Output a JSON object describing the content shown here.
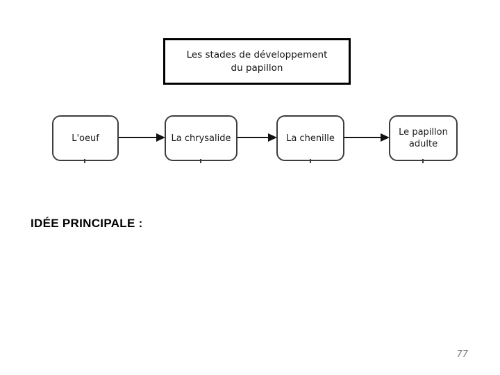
{
  "slide": {
    "background_color": "#ffffff",
    "page_number": "77"
  },
  "title_box": {
    "text": "Les stades de développement\ndu papillon"
  },
  "diagram": {
    "arrow_color": "#111111",
    "box_border_color": "#3d3d3d",
    "stages": [
      {
        "label": "L'oeuf"
      },
      {
        "label": "La chrysalide"
      },
      {
        "label": "La chenille"
      },
      {
        "label": "Le papillon adulte"
      }
    ]
  },
  "main_idea": {
    "label": "IDÉE PRINCIPALE :"
  }
}
